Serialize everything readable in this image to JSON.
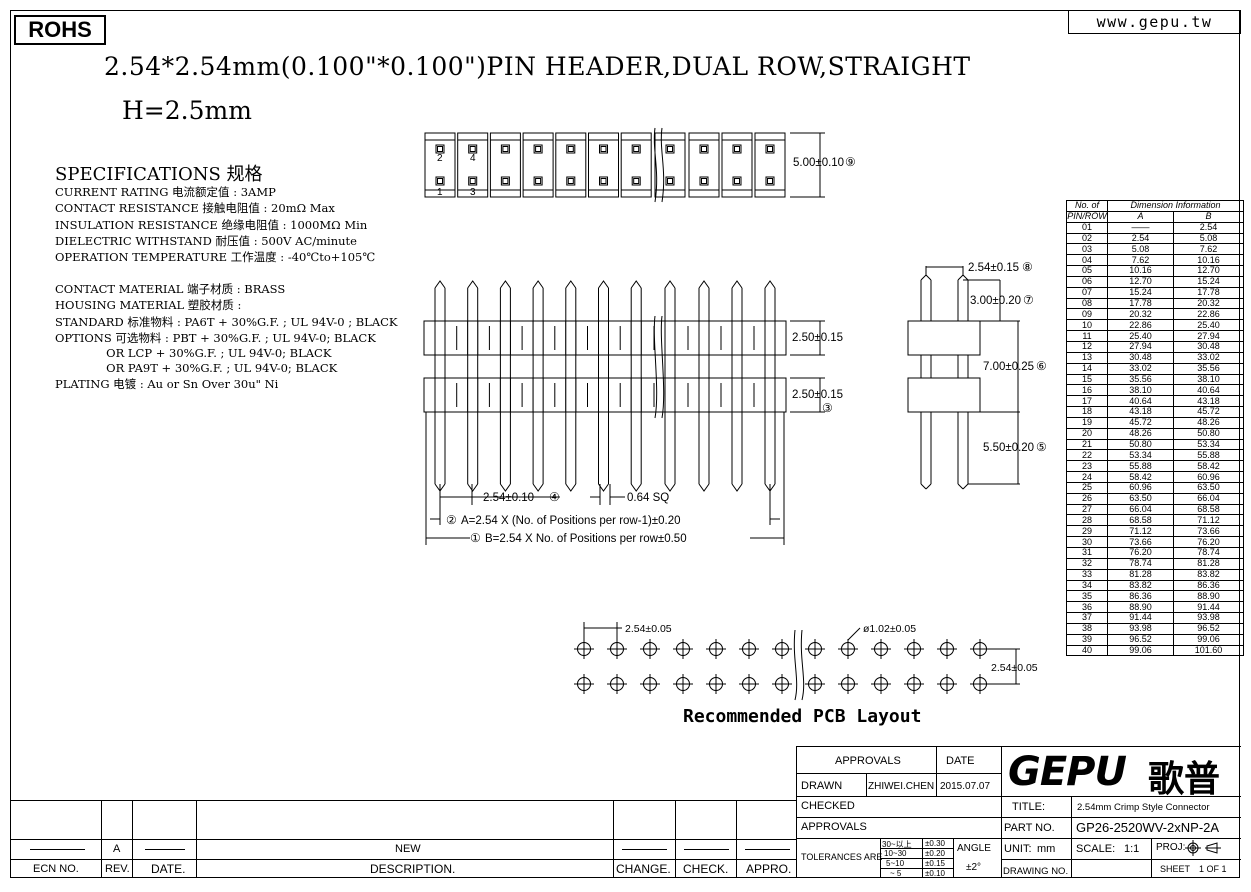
{
  "header": {
    "rohs": "ROHS",
    "website": "www.gepu.tw",
    "title": "2.54*2.54mm(0.100\"*0.100\")PIN HEADER,DUAL ROW,STRAIGHT",
    "subtitle": "H=2.5mm"
  },
  "specs": {
    "heading": "SPECIFICATIONS 规格",
    "lines": [
      "CURRENT RATING 电流额定值 : 3AMP",
      "CONTACT RESISTANCE 接触电阻值 : 20mΩ Max",
      "INSULATION RESISTANCE 绝缘电阻值 : 1000MΩ Min",
      "DIELECTRIC WITHSTAND 耐压值 : 500V AC/minute",
      "OPERATION TEMPERATURE 工作温度 : -40℃to+105℃",
      "CONTACT MATERIAL 端子材质 : BRASS",
      "HOUSING MATERIAL 塑胶材质 :",
      "STANDARD 标准物料 : PA6T + 30%G.F. ; UL 94V-0 ; BLACK",
      "OPTIONS 可选物料 : PBT + 30%G.F. ; UL 94V-0; BLACK",
      "              OR LCP + 30%G.F. ; UL 94V-0; BLACK",
      "              OR PA9T + 30%G.F. ; UL 94V-0; BLACK",
      "PLATING 电镀 : Au or Sn Over 30u\" Ni"
    ]
  },
  "drawing": {
    "pin_numbers": [
      "2",
      "4",
      "1",
      "3"
    ],
    "dim_top_height": "5.00±0.10",
    "dim_top_height_ref": "⑨",
    "dim_pitch_side": "2.54±0.15",
    "dim_pitch_side_ref": "⑧",
    "dim_upper_pin": "3.00±0.20",
    "dim_upper_pin_ref": "⑦",
    "dim_total_body": "7.00±0.25",
    "dim_total_body_ref": "⑥",
    "dim_lower_pin": "5.50±0.20",
    "dim_lower_pin_ref": "⑤",
    "dim_body1": "2.50±0.15",
    "dim_body2": "2.50±0.15",
    "dim_body2_ref": "③",
    "dim_pitch_front": "2.54±0.10",
    "dim_pitch_front_ref": "④",
    "dim_pin_sq": "0.64 SQ",
    "dim_a_ref": "②",
    "dim_a": "A=2.54 X (No. of Positions per row-1)±0.20",
    "dim_b_ref": "①",
    "dim_b": "B=2.54 X No. of Positions per row±0.50",
    "pcb_pitch": "2.54±0.05",
    "pcb_hole": "ø1.02±0.05",
    "pcb_row_pitch": "2.54±0.05",
    "pcb_label": "Recommended PCB Layout"
  },
  "dimension_table": {
    "col_no": "No. of",
    "col_no2": "PIN/ROW",
    "col_info": "Dimension Information",
    "col_a": "A",
    "col_b": "B",
    "rows": [
      [
        "01",
        "——",
        "2.54"
      ],
      [
        "02",
        "2.54",
        "5.08"
      ],
      [
        "03",
        "5.08",
        "7.62"
      ],
      [
        "04",
        "7.62",
        "10.16"
      ],
      [
        "05",
        "10.16",
        "12.70"
      ],
      [
        "06",
        "12.70",
        "15.24"
      ],
      [
        "07",
        "15.24",
        "17.78"
      ],
      [
        "08",
        "17.78",
        "20.32"
      ],
      [
        "09",
        "20.32",
        "22.86"
      ],
      [
        "10",
        "22.86",
        "25.40"
      ],
      [
        "11",
        "25.40",
        "27.94"
      ],
      [
        "12",
        "27.94",
        "30.48"
      ],
      [
        "13",
        "30.48",
        "33.02"
      ],
      [
        "14",
        "33.02",
        "35.56"
      ],
      [
        "15",
        "35.56",
        "38.10"
      ],
      [
        "16",
        "38.10",
        "40.64"
      ],
      [
        "17",
        "40.64",
        "43.18"
      ],
      [
        "18",
        "43.18",
        "45.72"
      ],
      [
        "19",
        "45.72",
        "48.26"
      ],
      [
        "20",
        "48.26",
        "50.80"
      ],
      [
        "21",
        "50.80",
        "53.34"
      ],
      [
        "22",
        "53.34",
        "55.88"
      ],
      [
        "23",
        "55.88",
        "58.42"
      ],
      [
        "24",
        "58.42",
        "60.96"
      ],
      [
        "25",
        "60.96",
        "63.50"
      ],
      [
        "26",
        "63.50",
        "66.04"
      ],
      [
        "27",
        "66.04",
        "68.58"
      ],
      [
        "28",
        "68.58",
        "71.12"
      ],
      [
        "29",
        "71.12",
        "73.66"
      ],
      [
        "30",
        "73.66",
        "76.20"
      ],
      [
        "31",
        "76.20",
        "78.74"
      ],
      [
        "32",
        "78.74",
        "81.28"
      ],
      [
        "33",
        "81.28",
        "83.82"
      ],
      [
        "34",
        "83.82",
        "86.36"
      ],
      [
        "35",
        "86.36",
        "88.90"
      ],
      [
        "36",
        "88.90",
        "91.44"
      ],
      [
        "37",
        "91.44",
        "93.98"
      ],
      [
        "38",
        "93.98",
        "96.52"
      ],
      [
        "39",
        "96.52",
        "99.06"
      ],
      [
        "40",
        "99.06",
        "101.60"
      ]
    ]
  },
  "title_block": {
    "approvals_header": "APPROVALS",
    "date_header": "DATE",
    "drawn_label": "DRAWN",
    "drawn_name": "ZHIWEI.CHEN",
    "drawn_date": "2015.07.07",
    "checked_label": "CHECKED",
    "approvals_label": "APPROVALS",
    "tolerances_label": "TOLERANCES ARE",
    "tol_ranges": [
      "30~以上",
      "10~30",
      "5~10",
      "~ 5"
    ],
    "tol_values": [
      "±0.30",
      "±0.20",
      "±0.15",
      "±0.10"
    ],
    "angle_label": "ANGLE",
    "angle_value": "±2°",
    "brand": "GEPU",
    "brand_cn": "歌普",
    "title_label": "TITLE:",
    "title_value": "2.54mm Crimp Style Connector",
    "part_label": "PART NO.",
    "part_value": "GP26-2520WV-2xNP-2A",
    "unit_label": "UNIT:",
    "unit_value": "mm",
    "scale_label": "SCALE:",
    "scale_value": "1:1",
    "proj_label": "PROJ:",
    "drawing_no_label": "DRAWING NO.",
    "sheet_label": "SHEET",
    "sheet_value": "1 OF 1",
    "rev_row": {
      "rev": "A",
      "desc": "NEW"
    },
    "rev_headers": {
      "ecn": "ECN NO.",
      "rev": "REV.",
      "date": "DATE.",
      "desc": "DESCRIPTION.",
      "change": "CHANGE.",
      "check": "CHECK.",
      "appro": "APPRO."
    }
  }
}
